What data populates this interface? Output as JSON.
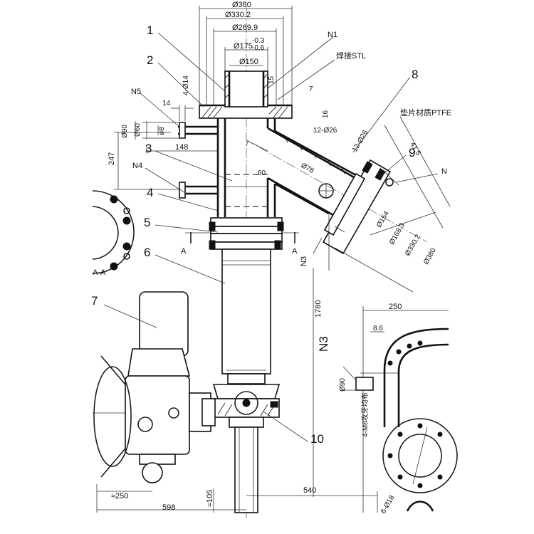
{
  "part_numbers": [
    "1",
    "2",
    "3",
    "4",
    "5",
    "6",
    "7",
    "8",
    "9",
    "10"
  ],
  "nozzles": {
    "n1": "N1",
    "n3": "N3",
    "n3b": "N3",
    "n4": "N4",
    "n5": "N5",
    "n_right": "N"
  },
  "notes": {
    "weld": "焊接STL",
    "gasket": "垫片材质PTFE"
  },
  "section": {
    "view": "A-A",
    "cut_left": "A",
    "cut_right": "A"
  },
  "dimensions": {
    "d380_top": "Ø380",
    "d330_top": "Ø330.2",
    "d269": "Ø269.9",
    "d175": "Ø175",
    "d175_tol_upper": "-0.3",
    "d175_tol_lower": "-0.6",
    "d150": "Ø150",
    "d14": "4-Ø14",
    "dim14": "14",
    "d90": "Ø90",
    "d60": "Ø60",
    "d8": "ø8",
    "dim148": "148",
    "dim247": "247",
    "dim15": "15",
    "dim7": "7",
    "dim16": "16",
    "d12_26a": "12-Ø26",
    "d12_26b": "12-Ø26",
    "dim41_5": "41.5",
    "dim60": "60",
    "d78": "Ø78",
    "d154": "Ø154",
    "d168": "Ø168.3",
    "d330_r": "Ø330.2",
    "d380_r": "Ø380",
    "dim1780": "1780",
    "dim250": "250",
    "dim8_6": "8.6",
    "d90b": "Ø90",
    "holes_right": "4-M8攻牙均布",
    "dim540": "540",
    "dim250_l": "≈250",
    "dim105": "≈105",
    "dim598": "598",
    "holes_small": "6-Ø18"
  }
}
